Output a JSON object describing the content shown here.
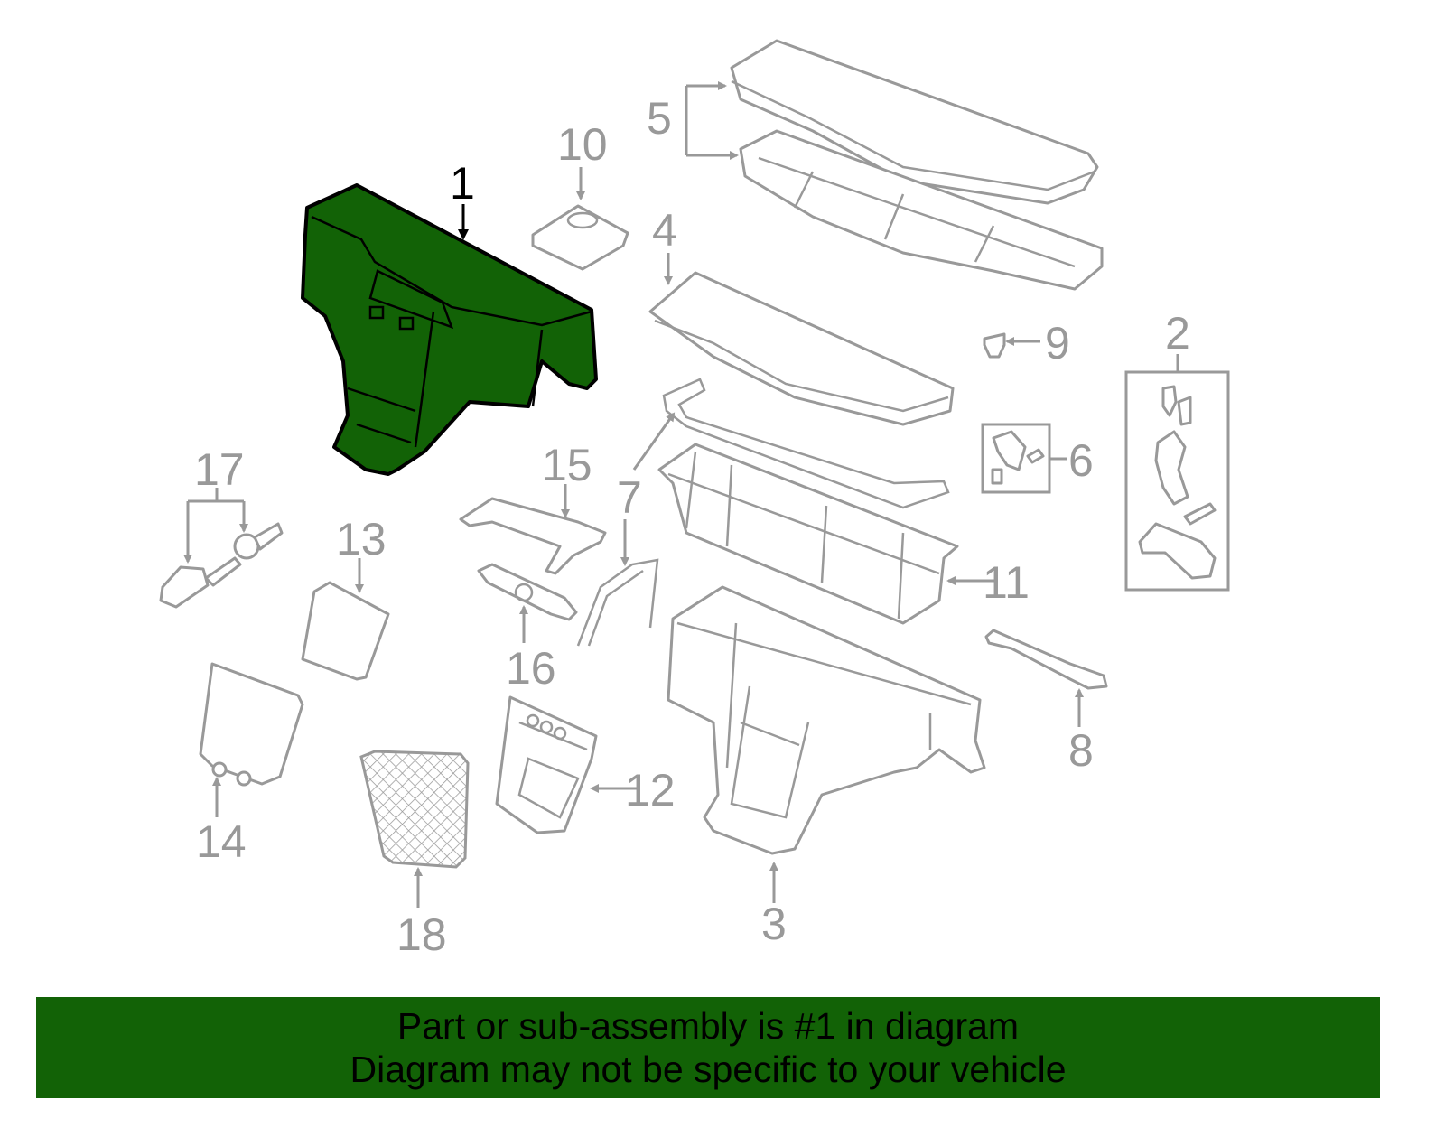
{
  "diagram": {
    "highlight_color": "#126206",
    "callouts": [
      {
        "id": "1",
        "label": "1"
      },
      {
        "id": "2",
        "label": "2"
      },
      {
        "id": "3",
        "label": "3"
      },
      {
        "id": "4",
        "label": "4"
      },
      {
        "id": "5",
        "label": "5"
      },
      {
        "id": "6",
        "label": "6"
      },
      {
        "id": "7",
        "label": "7"
      },
      {
        "id": "8",
        "label": "8"
      },
      {
        "id": "9",
        "label": "9"
      },
      {
        "id": "10",
        "label": "10"
      },
      {
        "id": "11",
        "label": "11"
      },
      {
        "id": "12",
        "label": "12"
      },
      {
        "id": "13",
        "label": "13"
      },
      {
        "id": "14",
        "label": "14"
      },
      {
        "id": "15",
        "label": "15"
      },
      {
        "id": "16",
        "label": "16"
      },
      {
        "id": "17",
        "label": "17"
      },
      {
        "id": "18",
        "label": "18"
      }
    ]
  },
  "banner": {
    "line1": "Part or sub-assembly is #1 in diagram",
    "line2": "Diagram may not be specific to your vehicle"
  }
}
